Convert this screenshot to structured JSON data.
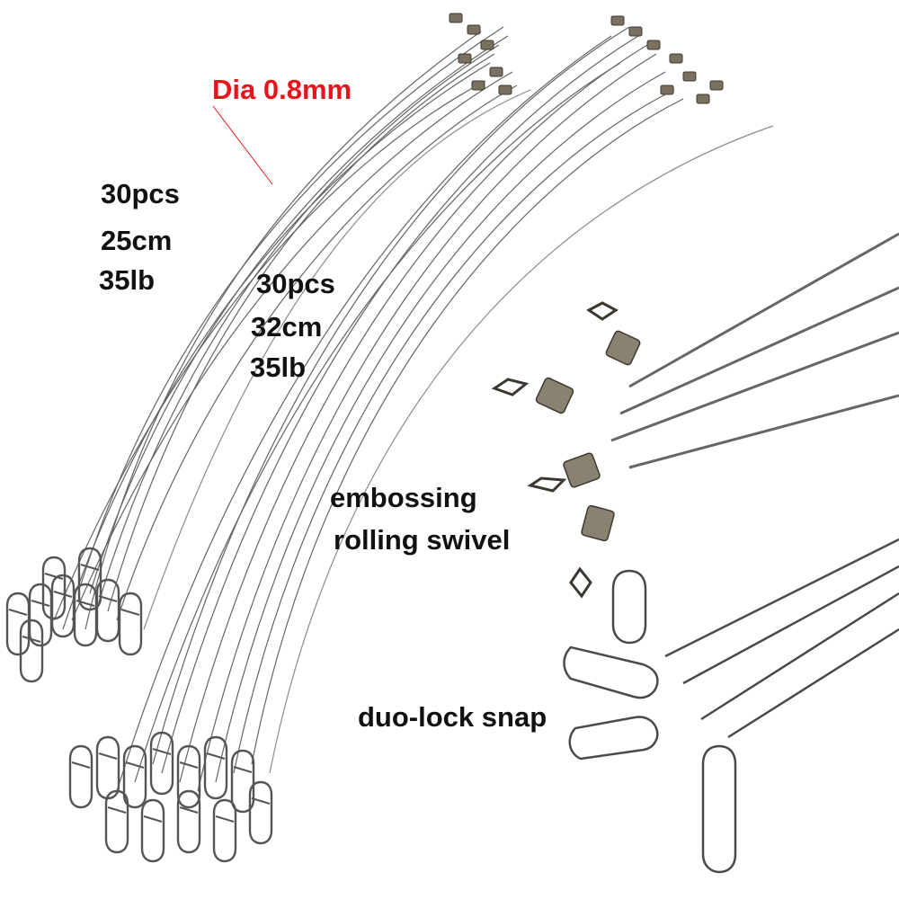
{
  "product": {
    "diameter_label": "Dia 0.8mm",
    "set_a": {
      "count": "30pcs",
      "length": "25cm",
      "strength": "35lb"
    },
    "set_b": {
      "count": "30pcs",
      "length": "32cm",
      "strength": "35lb"
    },
    "swivel_label_line1": "embossing",
    "swivel_label_line2": "rolling swivel",
    "snap_label": "duo-lock snap"
  },
  "colors": {
    "background": "#ffffff",
    "accent_red": "#e8141b",
    "text": "#111111",
    "wire": "#5a5a5a",
    "swivel": "#6e6658"
  }
}
